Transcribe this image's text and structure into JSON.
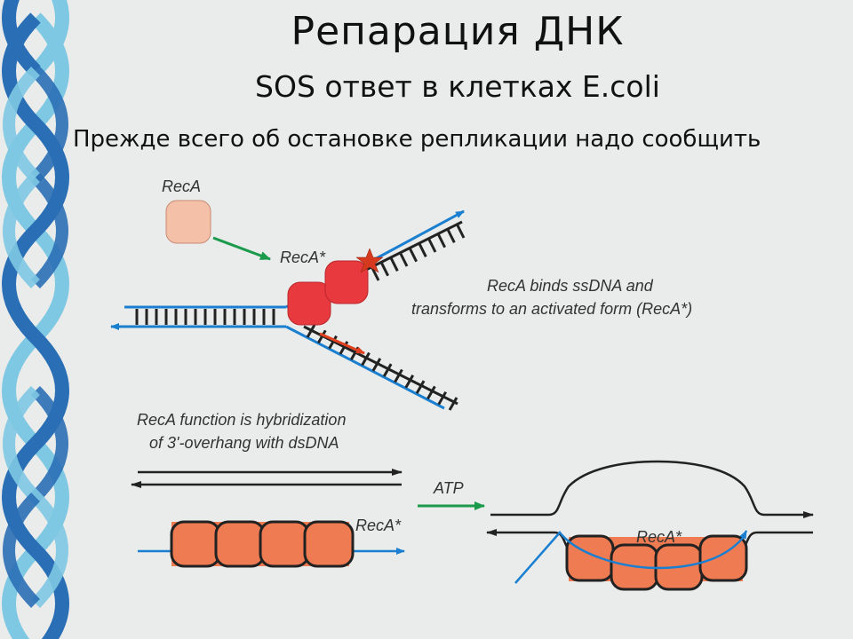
{
  "slide": {
    "title": "Репарация ДНК",
    "subtitle": "SOS ответ в клетках E.coli",
    "heading": "Прежде всего об остановке репликации надо сообщить"
  },
  "diagram": {
    "reca_label": "RecA",
    "reca_active_label": "RecA*",
    "binds_caption_1": "RecA binds ssDNA and",
    "binds_caption_2": "transforms to an activated form (RecA*)",
    "function_caption_1": "RecA function is hybridization",
    "function_caption_2": "of 3'-overhang with dsDNA",
    "reca_active_label_2": "RecA*",
    "atp_label": "ATP",
    "reca_active_label_3": "RecA*"
  },
  "colors": {
    "helix_dark": "#2a6fb5",
    "helix_light": "#7ec8e3",
    "strand_blue": "#1a7fd0",
    "reca_inactive": "#f5c0a8",
    "reca_active": "#e8393f",
    "reca_filament": "#ef7b52",
    "arrow_green": "#1a9a4a",
    "primer_red": "#e04020",
    "star": "#d63a1e"
  }
}
